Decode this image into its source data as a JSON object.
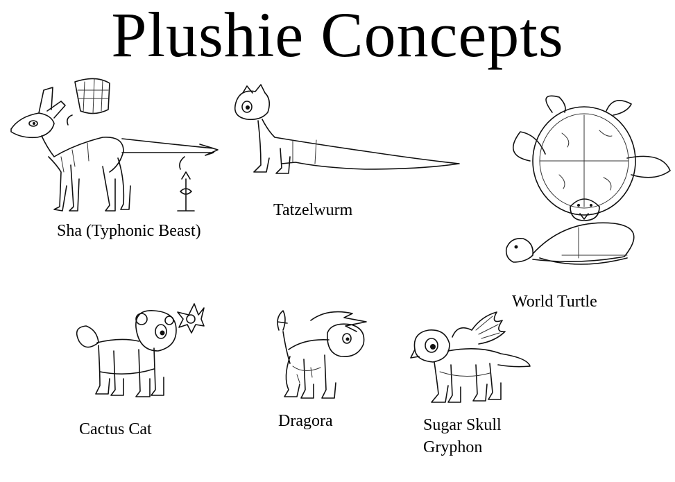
{
  "page": {
    "title": "Plushie Concepts"
  },
  "concepts": [
    {
      "key": "sha",
      "label": "Sha (Typhonic Beast)",
      "icon": "sha-sketch"
    },
    {
      "key": "tatzelwurm",
      "label": "Tatzelwurm",
      "icon": "tatzelwurm-sketch"
    },
    {
      "key": "world_turtle",
      "label": "World Turtle",
      "icon": "turtle-sketch"
    },
    {
      "key": "cactus_cat",
      "label": "Cactus Cat",
      "icon": "cactus-cat-sketch"
    },
    {
      "key": "dragora",
      "label": "Dragora",
      "icon": "dragora-sketch"
    },
    {
      "key": "gryphon",
      "label_line1": "Sugar Skull",
      "label_line2": "Gryphon",
      "icon": "gryphon-sketch"
    }
  ]
}
